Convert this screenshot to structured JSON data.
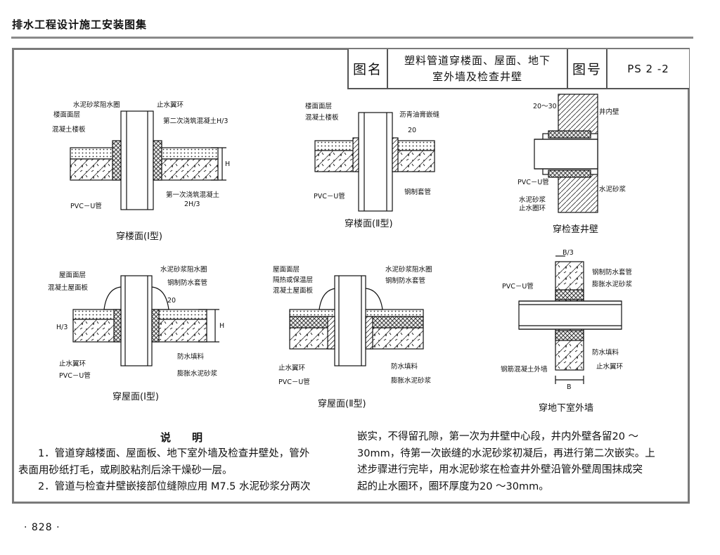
{
  "header": {
    "book_title": "排水工程设计施工安装图集"
  },
  "title_block": {
    "name_label": "图名",
    "name_line1": "塑料管道穿楼面、屋面、地下",
    "name_line2": "室外墙及检查井壁",
    "number_label": "图号",
    "number": "PS 2  -2"
  },
  "diagrams": {
    "floor_type1": {
      "caption": "穿楼面(Ⅰ型)",
      "label_waterproof_ring_mortar": "水泥砂浆阻水圈",
      "label_water_stop_collar": "止水翼环",
      "label_floor_finish": "楼面面层",
      "label_second_pour": "第二次浇筑混凝土H/3",
      "label_concrete_slab": "混凝土楼板",
      "label_first_pour_line1": "第一次浇筑混凝土",
      "label_first_pour_line2": "2H/3",
      "label_pvc_pipe": "PVC－U管",
      "dim_h": "H"
    },
    "floor_type2": {
      "caption": "穿楼面(Ⅱ型)",
      "label_floor_finish": "楼面面层",
      "label_concrete_slab": "混凝土楼板",
      "label_asphalt_joint": "沥青油膏嵌缝",
      "label_dim_20": "20",
      "label_steel_sleeve": "钢制套管",
      "label_pvc_pipe": "PVC－U管"
    },
    "well_wall": {
      "caption": "穿检查井壁",
      "label_dim": "20～30",
      "label_inner_wall": "井内壁",
      "label_pvc_pipe": "PVC－U管",
      "label_cement_mortar": "水泥砂浆",
      "label_stop_ring_line1": "水泥砂浆",
      "label_stop_ring_line2": "止水圈环"
    },
    "roof_type1": {
      "caption": "穿屋面(Ⅰ型)",
      "label_roof_finish": "屋面面层",
      "label_concrete_roof_slab": "混凝土屋面板",
      "label_waterproof_ring_mortar": "水泥砂浆阻水圈",
      "label_steel_sleeve": "钢制防水套管",
      "label_dim_20": "20",
      "label_dim_h3": "H/3",
      "label_dim_h": "H",
      "label_water_stop_collar": "止水翼环",
      "label_pvc_pipe": "PVC－U管",
      "label_waterproof_fill": "防水填料",
      "label_expansive_mortar": "膨胀水泥砂浆"
    },
    "roof_type2": {
      "caption": "穿屋面(Ⅱ型)",
      "label_roof_finish": "屋面面层",
      "label_insulation": "隔热或保温层",
      "label_concrete_roof_slab": "混凝土屋面板",
      "label_waterproof_ring_mortar": "水泥砂浆阻水圈",
      "label_steel_sleeve": "钢制防水套管",
      "label_water_stop_collar": "止水翼环",
      "label_pvc_pipe": "PVC－U管",
      "label_waterproof_fill": "防水填料",
      "label_expansive_mortar": "膨胀水泥砂浆"
    },
    "basement_wall": {
      "caption": "穿地下室外墙",
      "label_dim_b3": "B/3",
      "label_steel_sleeve": "钢制防水套管",
      "label_pvc_pipe": "PVC－U管",
      "label_expansive_mortar": "膨胀水泥砂浆",
      "label_waterproof_fill": "防水填料",
      "label_rc_wall": "钢筋混凝土外墙",
      "label_water_stop_collar": "止水翼环",
      "label_dim_b": "B"
    }
  },
  "notes": {
    "heading": "说　　明",
    "n1_line1": "1．管道穿越楼面、屋面板、地下室外墙及检查井壁处，管外",
    "n1_line2": "表面用砂纸打毛，或刷胶粘剂后涂干燥砂一层。",
    "n2_line1": "2．管道与检查井壁嵌接部位缝隙应用 M7.5  水泥砂浆分两次",
    "r_line1": "嵌实，不得留孔隙，第一次为井壁中心段，井内外壁各留20 ～",
    "r_line2": "30mm，待第一次嵌缝的水泥砂浆初凝后，再进行第二次嵌实。上",
    "r_line3": "述步骤进行完毕，用水泥砂浆在检查井外壁沿管外壁周围抹成突",
    "r_line4": "起的止水圈环，圈环厚度为20 ～30mm。"
  },
  "footer": {
    "page_number": "· 828  ·"
  }
}
